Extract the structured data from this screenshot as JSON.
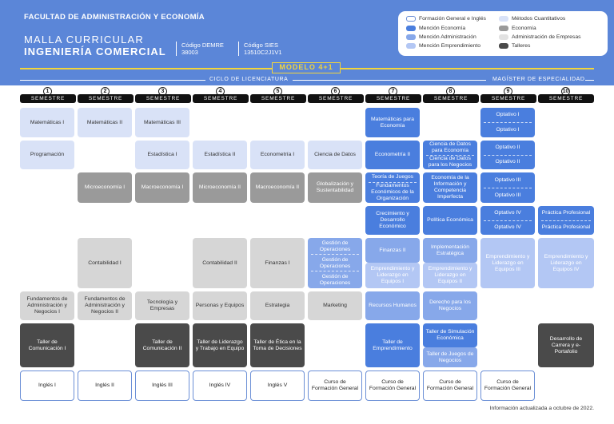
{
  "header": {
    "faculty": "FACULTAD DE ADMINISTRACIÓN Y ECONOMÍA",
    "title_line1": "MALLA CURRICULAR",
    "title_line2": "INGENIERÍA COMERCIAL",
    "code_demre_label": "Código DEMRE",
    "code_demre_value": "38003",
    "code_sies_label": "Código SIES",
    "code_sies_value": "13510C2J1V1",
    "model": "MODELO 4+1",
    "cycle_licenciatura": "CICLO DE LICENCIATURA",
    "cycle_magister": "MAGÍSTER DE ESPECIALIDAD"
  },
  "legend": [
    {
      "label": "Formación General e Inglés",
      "color": "#ffffff"
    },
    {
      "label": "Métodos Cuantitativos",
      "color": "#d9e2f7"
    },
    {
      "label": "Mención Economía",
      "color": "#4a7ede"
    },
    {
      "label": "Economía",
      "color": "#9a9a9a"
    },
    {
      "label": "Mención Administración",
      "color": "#87a8ea"
    },
    {
      "label": "Administración de Empresas",
      "color": "#e2e2e2"
    },
    {
      "label": "Mención Emprendimiento",
      "color": "#b3c7f4"
    },
    {
      "label": "Talleres",
      "color": "#4a4a4a"
    }
  ],
  "semester_label": "SEMESTRE",
  "semesters": [
    "1",
    "2",
    "3",
    "4",
    "5",
    "6",
    "7",
    "8",
    "9",
    "10"
  ],
  "courses": {
    "s1": {
      "mat": "Matemáticas I",
      "prog": "Programación",
      "fund": "Fundamentos de Administración y Negocios I",
      "taller": "Taller de Comunicación I",
      "ingles": "Inglés I"
    },
    "s2": {
      "mat": "Matemáticas II",
      "micro": "Microeconomía I",
      "cont": "Contabilidad I",
      "fund": "Fundamentos de Administración y Negocios II",
      "ingles": "Inglés II"
    },
    "s3": {
      "mat": "Matemáticas III",
      "est": "Estadística I",
      "macro": "Macroeconomía I",
      "tec": "Tecnología y Empresas",
      "taller": "Taller de Comunicación II",
      "ingles": "Inglés III"
    },
    "s4": {
      "est": "Estadística II",
      "micro": "Microeconomía II",
      "cont": "Contabilidad II",
      "pers": "Personas y Equipos",
      "taller": "Taller de Liderazgo y Trabajo en Equipo",
      "ingles": "Inglés IV"
    },
    "s5": {
      "econ": "Econometría I",
      "macro": "Macroeconomía II",
      "fin": "Finanzas I",
      "estr": "Estrategia",
      "taller": "Taller de Ética en la Toma de Decisiones",
      "ingles": "Inglés V"
    },
    "s6": {
      "cd": "Ciencia de Datos",
      "glob": "Globalización y Sustentabilidad",
      "go1": "Gestión de Operaciones",
      "go2": "Gestión de Operaciones",
      "go3": "Gestión de Operaciones",
      "mkt": "Marketing",
      "cfg": "Curso de Formación General"
    },
    "s7": {
      "mat": "Matemáticas para Economía",
      "econ": "Econometría II",
      "tj": "Teoría de Juegos",
      "fe": "Fundamentos Económicos de la Organización",
      "cde": "Crecimiento y Desarrollo Económico",
      "fin": "Finanzas II",
      "eyl": "Emprendimiento y Liderazgo en Equipos I",
      "rh": "Recursos Humanos",
      "taller": "Taller de Emprendimiento",
      "cfg": "Curso de Formación General"
    },
    "s8": {
      "cd1": "Ciencia de Datos para Economía",
      "cd2": "Ciencia de Datos para los Negocios",
      "eic": "Economía de la Información y Competencia Imperfecta",
      "pol": "Política Económica",
      "impl": "Implementación Estratégica",
      "eyl": "Emprendimiento y Liderazgo en Equipos II",
      "der": "Derecho para los Negocios",
      "tsim": "Taller de Simulación Económica",
      "tjn": "Taller de Juegos de Negocios",
      "cfg": "Curso de Formación General"
    },
    "s9": {
      "o1a": "Optativo I",
      "o1b": "Optativo I",
      "o2a": "Optativo II",
      "o2b": "Optativo II",
      "o3a": "Optativo III",
      "o3b": "Optativo III",
      "o4a": "Optativo IV",
      "o4b": "Optativo IV",
      "eyl": "Emprendimiento y Liderazgo en Equipos III",
      "cfg": "Curso de Formación General"
    },
    "s10": {
      "pp1": "Práctica Profesional",
      "pp2": "Práctica Profesional",
      "eyl": "Emprendimiento y Liderazgo en Equipos IV",
      "dc": "Desarrollo de Carrera y e-Portafolio"
    }
  },
  "footnote": "Información actualizada a octubre de 2022."
}
